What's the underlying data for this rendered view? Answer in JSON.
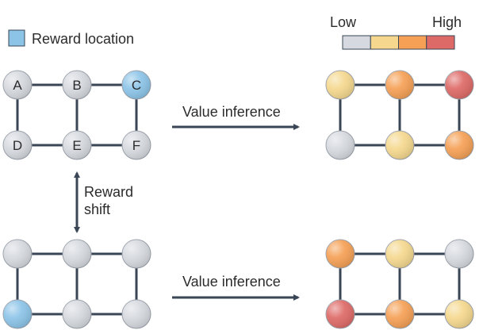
{
  "legend": {
    "reward_location_label": "Reward location",
    "reward_location_color": "#8cc4e8",
    "scale_low_label": "Low",
    "scale_high_label": "High",
    "scale_colors": [
      "#d6d9df",
      "#f5d88e",
      "#f5a055",
      "#de6a67"
    ]
  },
  "colors": {
    "grey": "#d6d9df",
    "blue": "#8cc4e8",
    "yellow": "#f5d88e",
    "orange": "#f5a055",
    "red": "#de6a67",
    "edge": "#3a4656",
    "arrow": "#3a4656"
  },
  "node_labels": [
    "A",
    "B",
    "C",
    "D",
    "E",
    "F"
  ],
  "top_left_grid": {
    "node_colors": [
      "grey",
      "grey",
      "blue",
      "grey",
      "grey",
      "grey"
    ]
  },
  "top_right_grid": {
    "node_colors": [
      "yellow",
      "orange",
      "red",
      "grey",
      "yellow",
      "orange"
    ]
  },
  "bottom_left_grid": {
    "node_colors": [
      "grey",
      "grey",
      "grey",
      "blue",
      "grey",
      "grey"
    ]
  },
  "bottom_right_grid": {
    "node_colors": [
      "orange",
      "yellow",
      "grey",
      "red",
      "orange",
      "yellow"
    ]
  },
  "arrows": {
    "value_inference_top": "Value inference",
    "value_inference_bottom": "Value inference",
    "reward_shift_line1": "Reward",
    "reward_shift_line2": "shift"
  }
}
